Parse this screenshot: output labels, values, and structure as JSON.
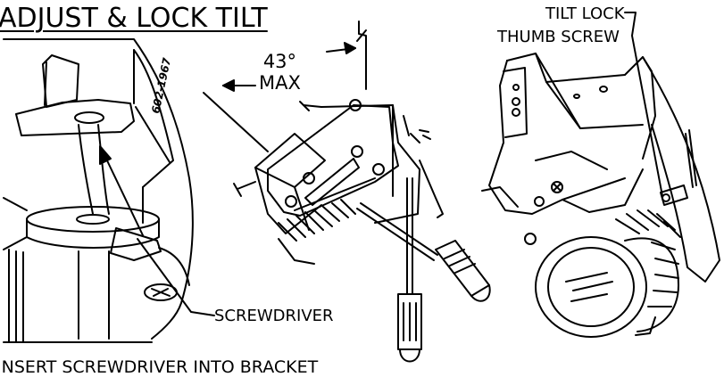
{
  "title": "ADJUST & LOCK TILT",
  "angle": {
    "value": "43°",
    "suffix": "MAX"
  },
  "tilt_lock": {
    "line1": "TILT LOCK",
    "line2": "THUMB SCREW"
  },
  "screwdriver_label": "SCREWDRIVER",
  "instruction": "INSERT SCREWDRIVER INTO BRACKET",
  "detail_text": "602-1967",
  "colors": {
    "ink": "#000000",
    "background": "#ffffff"
  }
}
